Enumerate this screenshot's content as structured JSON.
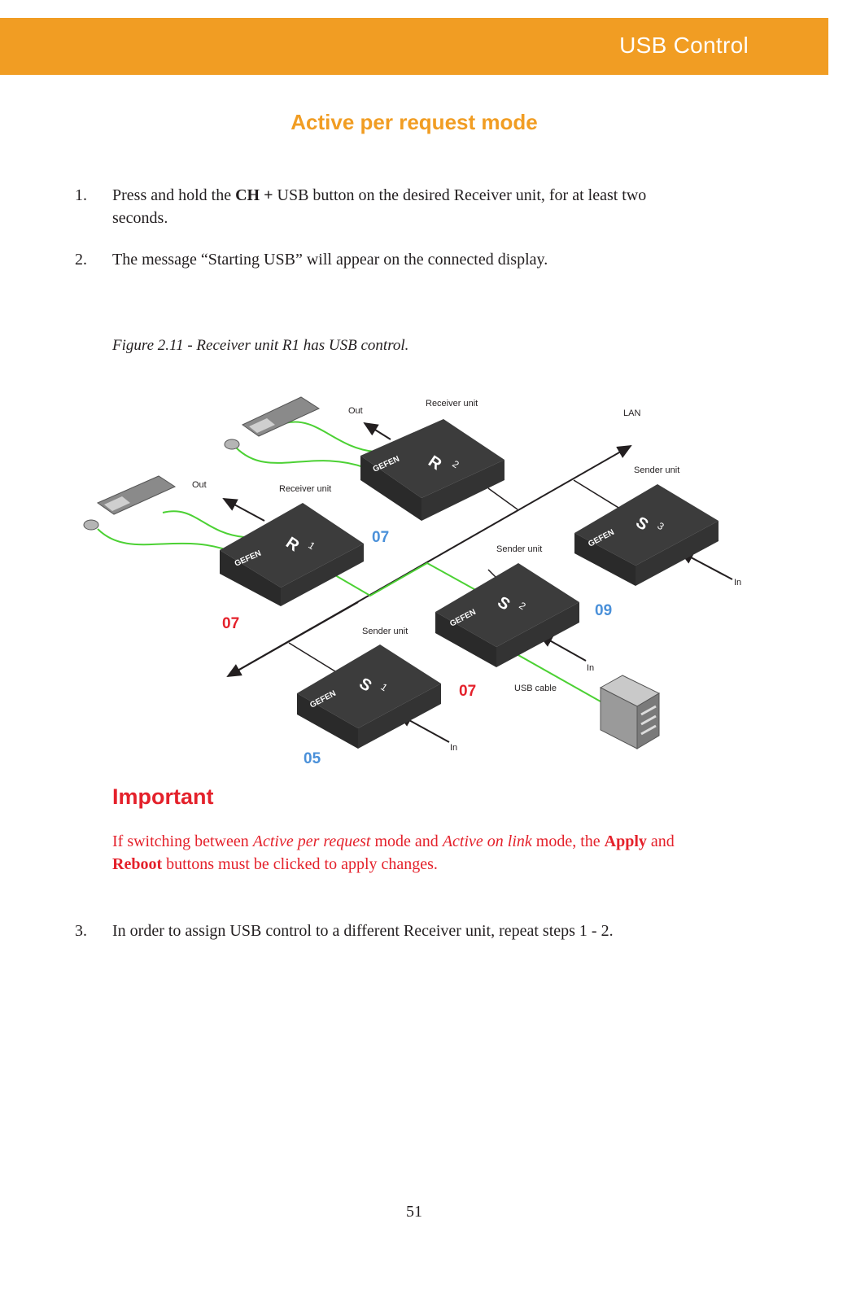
{
  "header": {
    "title": "USB Control",
    "accent_color": "#f19d23"
  },
  "section_title": "Active per request mode",
  "steps": [
    {
      "num": "1.",
      "before": "Press and hold the ",
      "bold": "CH +",
      "after": " USB button on the desired Receiver unit, for at least two seconds."
    },
    {
      "num": "2.",
      "text": "The message “Starting USB” will appear on the connected display."
    },
    {
      "num": "3.",
      "text": "In order to assign USB control to a different Receiver unit, repeat steps 1 - 2."
    }
  ],
  "figure": {
    "caption": "Figure 2.11 - Receiver unit R1 has USB control.",
    "labels": {
      "out_r2": "Out",
      "receiver_r2": "Receiver unit",
      "lan": "LAN",
      "sender_s3": "Sender unit",
      "out_r1": "Out",
      "receiver_r1": "Receiver unit",
      "sender_s2": "Sender unit",
      "in_s3": "In",
      "sender_s1": "Sender unit",
      "in_s2": "In",
      "usb_cable": "USB cable",
      "in_s1": "In"
    },
    "channels": {
      "r2": "07",
      "r1": "07",
      "s3": "09",
      "s2": "07",
      "s1": "05"
    },
    "units": {
      "r1": {
        "letter": "R",
        "sub": "1"
      },
      "r2": {
        "letter": "R",
        "sub": "2"
      },
      "s1": {
        "letter": "S",
        "sub": "1"
      },
      "s2": {
        "letter": "S",
        "sub": "2"
      },
      "s3": {
        "letter": "S",
        "sub": "3"
      }
    },
    "brand": "GEFEN",
    "colors": {
      "red": "#e4212b",
      "blue": "#4a90d9",
      "green": "#4cd134",
      "unit": "#3c3c3c"
    }
  },
  "important": {
    "title": "Important",
    "p1": "If switching between ",
    "i1": "Active per request",
    "p2": " mode and ",
    "i2": "Active on link",
    "p3": " mode, the ",
    "b1": "Apply",
    "p4": " and ",
    "b2": "Reboot",
    "p5": " buttons must be clicked to apply changes."
  },
  "page_number": "51"
}
